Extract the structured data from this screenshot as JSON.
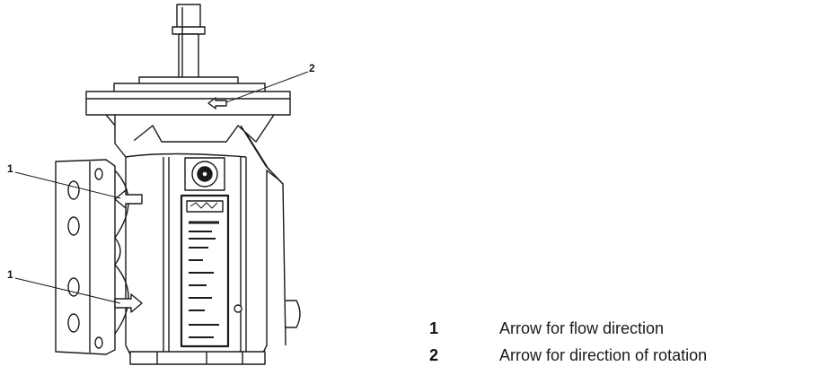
{
  "callouts": {
    "one_upper": "1",
    "one_lower": "1",
    "two": "2"
  },
  "legend": [
    {
      "number": "1",
      "text": "Arrow for flow direction"
    },
    {
      "number": "2",
      "text": "Arrow for direction of rotation"
    }
  ],
  "colors": {
    "line": "#1a1a1a",
    "background": "#ffffff"
  }
}
